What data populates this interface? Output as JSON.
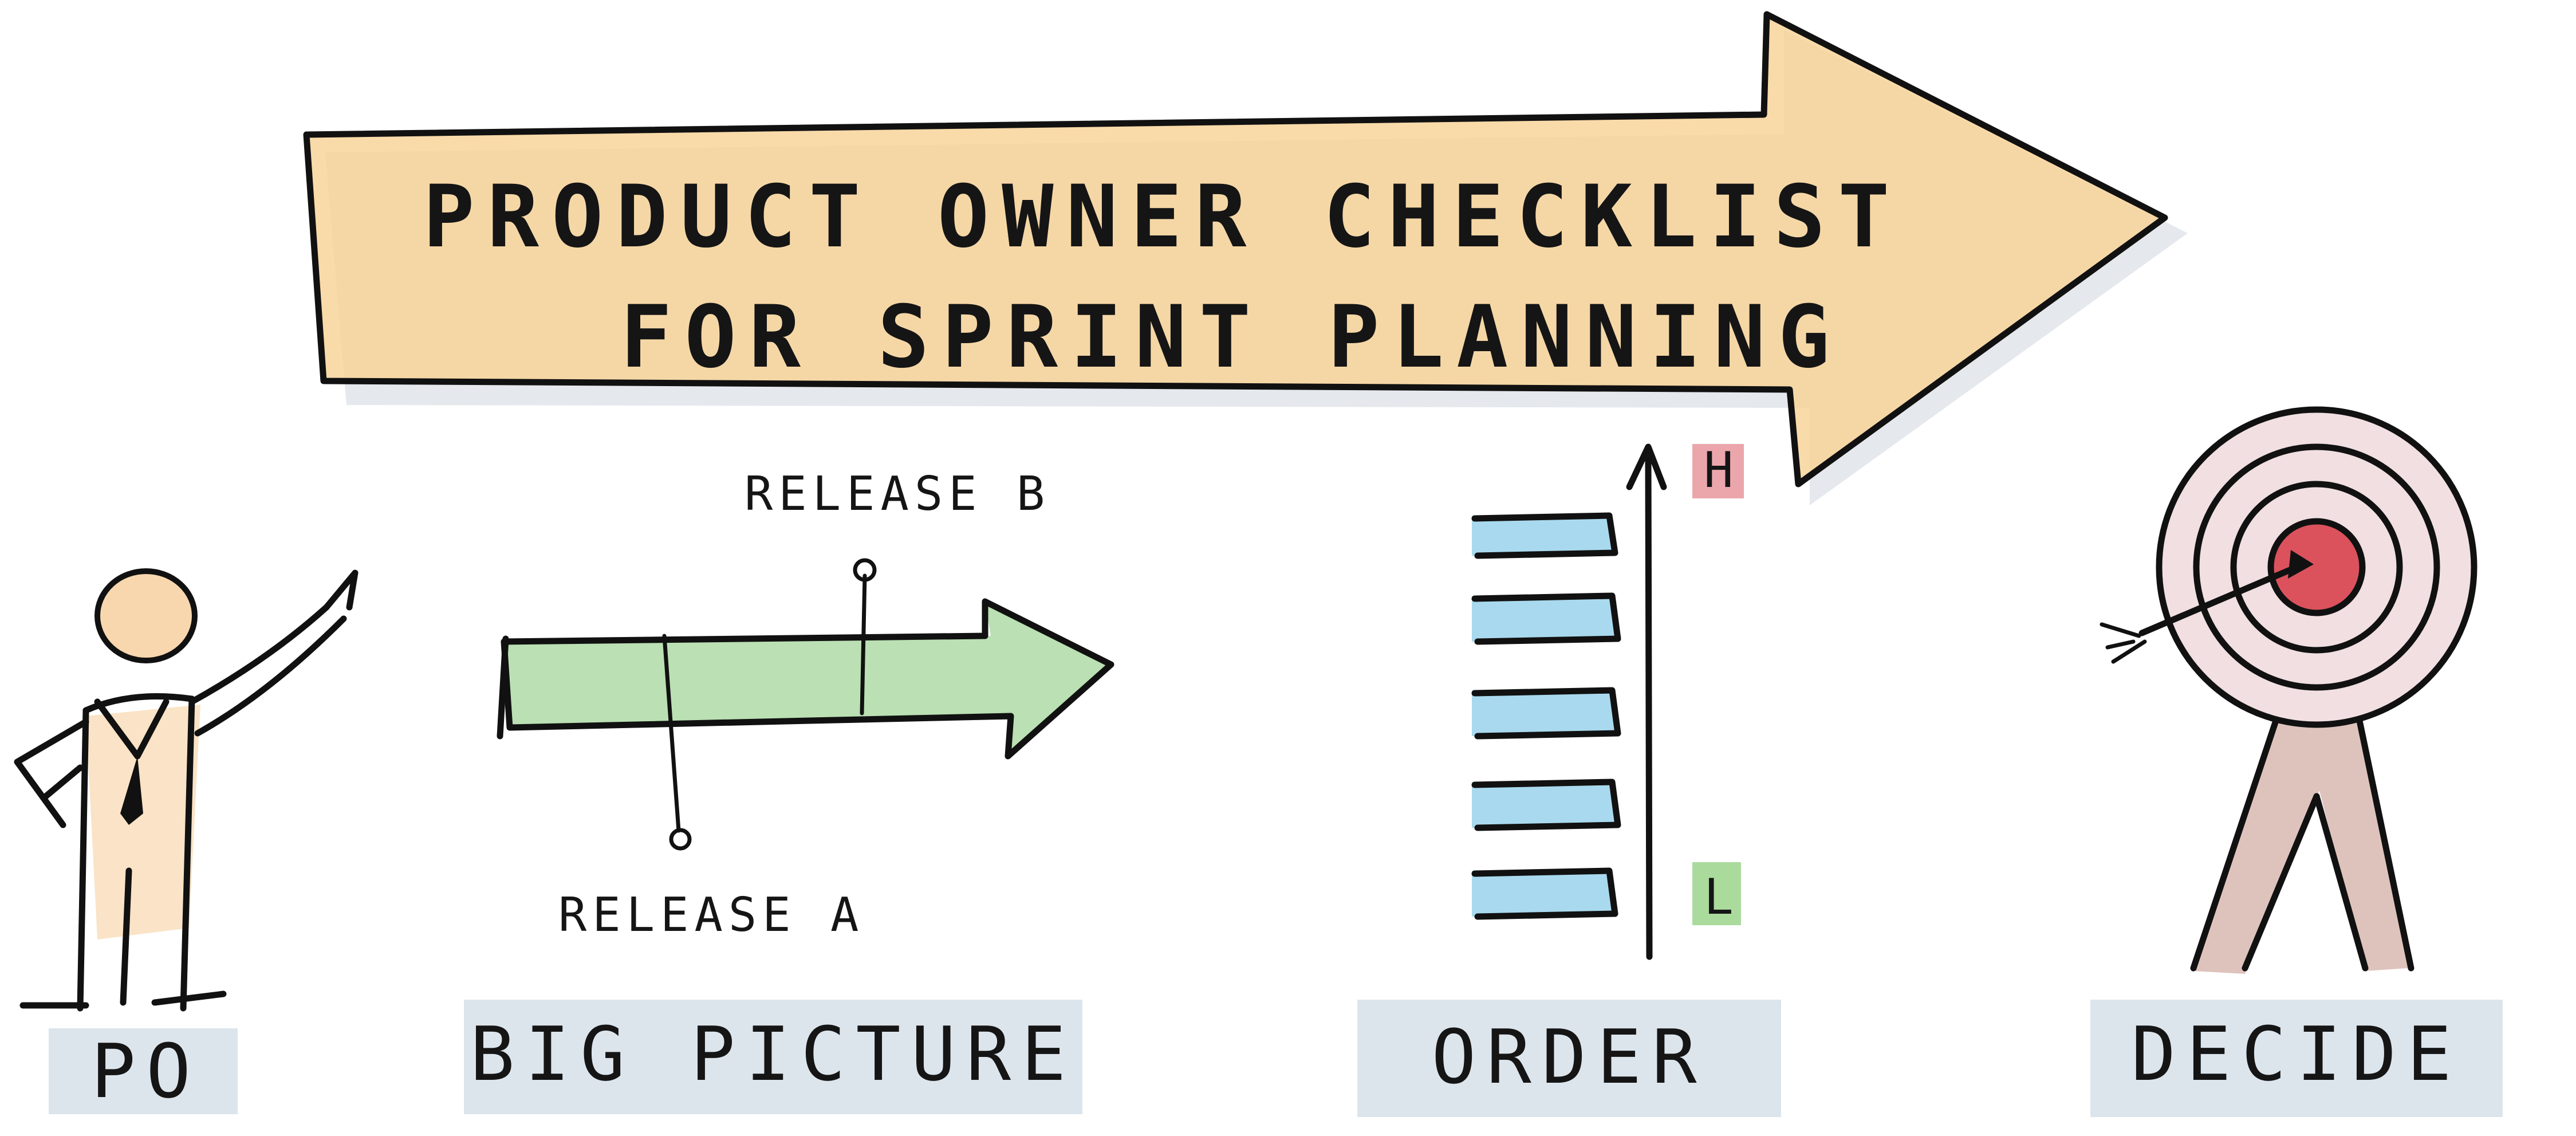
{
  "title": {
    "line1": "PRODUCT OWNER CHECKLIST",
    "line2": "FOR SPRINT PLANNING"
  },
  "sections": [
    {
      "id": "po",
      "label": "PO"
    },
    {
      "id": "big-picture",
      "label": "BIG PICTURE"
    },
    {
      "id": "order",
      "label": "ORDER"
    },
    {
      "id": "decide",
      "label": "DECIDE"
    }
  ],
  "timeline": {
    "release_a": "RELEASE A",
    "release_b": "RELEASE B"
  },
  "priority": {
    "high": "H",
    "low": "L"
  },
  "colors": {
    "title_arrow": "#f8d49a",
    "label_wash": "#d9e2ea",
    "timeline_arrow": "#a9d8a0",
    "backlog_item": "#a9d9ee",
    "high_marker": "#e7979d",
    "low_marker": "#9bd58c",
    "target_center": "#d8434f",
    "target_rings": "#e8c9cc",
    "person_body": "#f8d7ae"
  }
}
